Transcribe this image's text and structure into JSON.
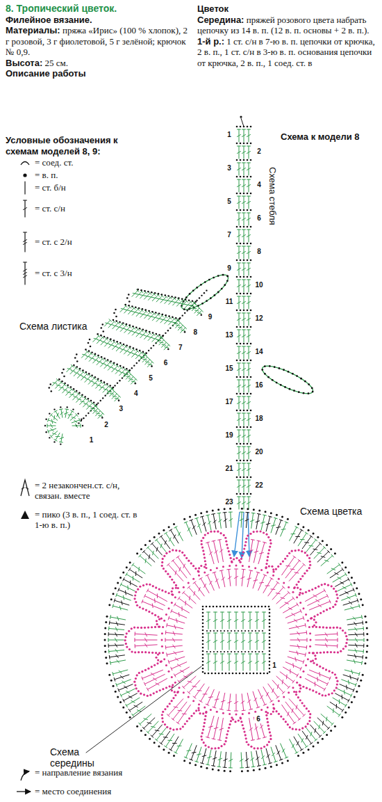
{
  "diagram": {
    "title": "8. Тропический цветок.",
    "labels": [
      "Филейное вязание.",
      "Материалы:",
      "пряжа «Ирис» (100 % хлопок), 2 г розовой, 3 г фиолетовой, 5 г зелёной; крючок № 0,9.",
      "Высота:",
      "25 см.",
      "Описание работы",
      "Цветок",
      "Середина:",
      "пряжей розового цвета набрать цепочку из 14 в. п. (12 в. п. основы + 2 в. п.).",
      "1-й р.:",
      "1 ст. с/н в 7-ю в. п. цепочки от крючка, 2 в. п., 1 ст. с/н в 3-ю в. п. основания цепочки от крючка, 2 в. п., 1 соед. ст. в",
      "Условные обозначения к схемам моделей 8, 9:",
      "Схема к модели 8",
      "Схема стебля",
      "Схема листика",
      "Схема цветка",
      "Схема середины",
      "1",
      "2",
      "3",
      "4",
      "5",
      "6",
      "7",
      "8",
      "9",
      "10",
      "11",
      "12",
      "13",
      "14",
      "15",
      "16",
      "17",
      "18",
      "19",
      "20",
      "21",
      "22",
      "23",
      "1",
      "2",
      "3",
      "4",
      "5",
      "6",
      "7",
      "8",
      "9",
      "1",
      "6"
    ],
    "legend": [
      {
        "text": "= соед. ст."
      },
      {
        "text": "= в. п."
      },
      {
        "text": "= ст. б/н"
      },
      {
        "text": "= ст. с/н"
      },
      {
        "text": "= ст. с 2/н"
      },
      {
        "text": "= ст. с 3/н"
      },
      {
        "text": "= 2 незакончен.ст. с/н, связан. вместе"
      },
      {
        "text": "= пико (3 в. п., 1 соед. ст. в 1-ю в. п.)"
      },
      {
        "text": "= направление вязания"
      },
      {
        "text": "= место соединения"
      }
    ]
  }
}
